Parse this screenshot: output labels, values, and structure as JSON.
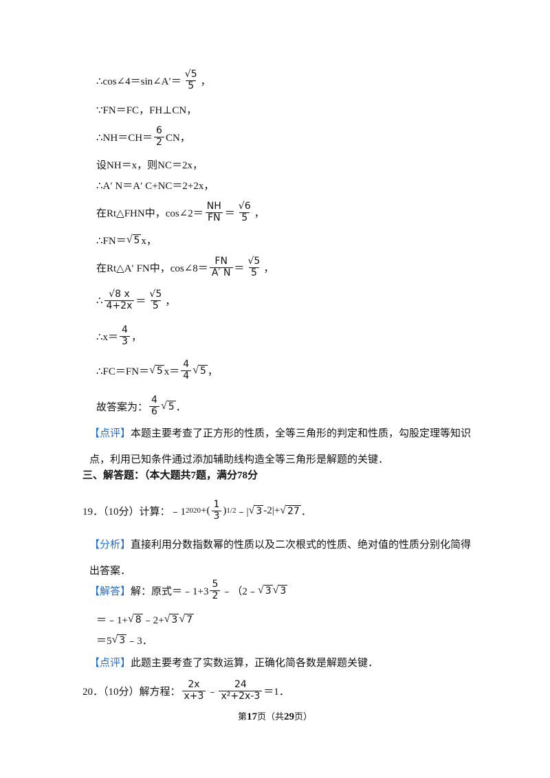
{
  "lines": {
    "l1_a": "∴cos∠4＝sin∠A′＝",
    "l1_frac_num": "√5",
    "l1_frac_den": "5",
    "l1_end": "，",
    "l2": "∵FN＝FC，FH⊥CN，",
    "l3_a": "∴NH＝CH＝",
    "l3_num": "6",
    "l3_den": "2",
    "l3_b": "CN，",
    "l4": "设NH＝x，则NC＝2x，",
    "l5": "∴A′ N＝A′ C+NC＝2+2x，",
    "l6_a": "在Rt△FHN中，cos∠2＝",
    "l6_num1": "NH",
    "l6_den1": "FN",
    "l6_eq": "＝",
    "l6_num2": "√6",
    "l6_den2": "5",
    "l6_end": "，",
    "l7_a": "∴FN＝",
    "l7_rad": "5",
    "l7_b": "x，",
    "l8_a": "在Rt△A′ FN中，cos∠8＝",
    "l8_num1": "FN",
    "l8_den1": "A′ N",
    "l8_eq": "＝",
    "l8_num2": "√5",
    "l8_den2": "5",
    "l8_end": "，",
    "l9_a": "∴",
    "l9_num1": "√8 x",
    "l9_den1": "4+2x",
    "l9_eq": "＝",
    "l9_num2": "√5",
    "l9_den2": "5",
    "l9_end": "，",
    "l10_a": "∴x＝",
    "l10_num": "4",
    "l10_den": "3",
    "l10_end": "，",
    "l11_a": "∴FC＝FN＝",
    "l11_rad1": "5",
    "l11_b": "x＝",
    "l11_num": "4",
    "l11_den": "4",
    "l11_rad2": "5",
    "l11_end": "，",
    "l12_a": "故答案为：",
    "l12_num": "4",
    "l12_den": "6",
    "l12_rad": "5",
    "l12_end": "．"
  },
  "comment1": {
    "tag": "【点评】",
    "text": "本题主要考查了正方形的性质，全等三角形的判定和性质，勾股定理等知识点，利用已知条件通过添加辅助线构造全等三角形是解题的关键．"
  },
  "section3": {
    "title": "三、解答题：（本大题共7题，满分78分"
  },
  "q19": {
    "label": "19．（10分）计算：",
    "expr_a": "﹣1",
    "exp1": "2020",
    "expr_b": "+(",
    "f_num": "1",
    "f_den": "3",
    "expr_c": ")",
    "exp2": "1/2",
    "expr_d": "﹣|",
    "rad1": "3",
    "expr_e": "-2|+",
    "rad2": "27",
    "expr_f": "．"
  },
  "analysis19": {
    "tag": "【分析】",
    "text": "直接利用分数指数幂的性质以及二次根式的性质、绝对值的性质分别化简得出答案．"
  },
  "answer19": {
    "tag": "【解答】",
    "l1_a": "解：原式＝﹣1+3",
    "l1_num": "5",
    "l1_den": "2",
    "l1_b": "﹣（2﹣",
    "l1_rad1": "3",
    "l1_rad2": "3",
    "l2_a": "＝﹣1+",
    "l2_rad1": "8",
    "l2_b": "﹣2+",
    "l2_rad2": "3",
    "l2_rad3": "7",
    "l3_a": "＝5",
    "l3_rad": "3",
    "l3_b": "﹣3．"
  },
  "comment19": {
    "tag": "【点评】",
    "text": "此题主要考查了实数运算，正确化简各数是解题关键．"
  },
  "q20": {
    "label": "20．（10分）解方程：",
    "f1_num": "2x",
    "f1_den": "x+3",
    "minus": "﹣",
    "f2_num": "24",
    "f2_den": "x²+2x-3",
    "end": "＝1．"
  },
  "footer": {
    "pre": "第",
    "page": "17",
    "mid": "页（共",
    "total": "29",
    "post": "页）"
  }
}
